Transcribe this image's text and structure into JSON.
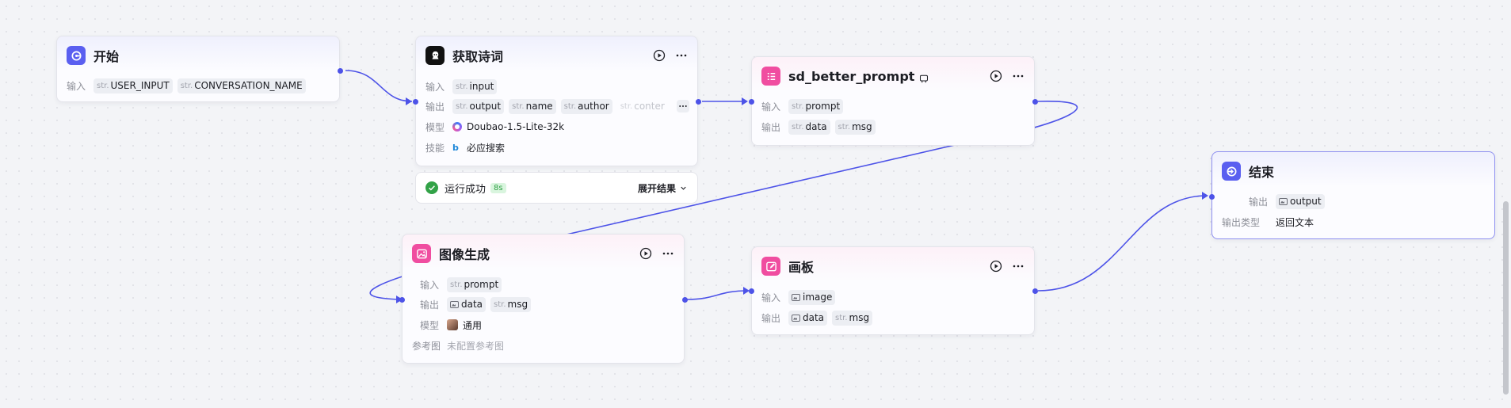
{
  "colors": {
    "accent": "#4d53e8",
    "success": "#32a247",
    "pink_icon": "#f04da0",
    "blue_icon": "#5a5ff0"
  },
  "common": {
    "input": "输入",
    "output": "输出",
    "model": "模型",
    "skill": "技能",
    "ref_image": "参考图",
    "output_type": "输出类型",
    "str": "str."
  },
  "start": {
    "title": "开始",
    "icon": "start-icon",
    "inputs": [
      "USER_INPUT",
      "CONVERSATION_NAME"
    ]
  },
  "poem": {
    "title": "获取诗词",
    "icon": "agent-logo-icon",
    "input": "input",
    "outputs": [
      "output",
      "name",
      "author",
      "conter"
    ],
    "model": "Doubao-1.5-Lite-32k",
    "skill": "必应搜索",
    "status": "运行成功",
    "time": "8s",
    "expand": "展开结果"
  },
  "sd": {
    "title": "sd_better_prompt",
    "icon": "list-icon",
    "input": "prompt",
    "outputs": [
      "data",
      "msg"
    ]
  },
  "imggen": {
    "title": "图像生成",
    "icon": "image-gen-icon",
    "input": "prompt",
    "outputs": [
      "data",
      "msg"
    ],
    "model": "通用",
    "ref": "未配置参考图"
  },
  "board": {
    "title": "画板",
    "icon": "canvas-edit-icon",
    "input": "image",
    "outputs": [
      "data",
      "msg"
    ]
  },
  "end": {
    "title": "结束",
    "icon": "end-icon",
    "output": "output",
    "output_type_value": "返回文本"
  }
}
